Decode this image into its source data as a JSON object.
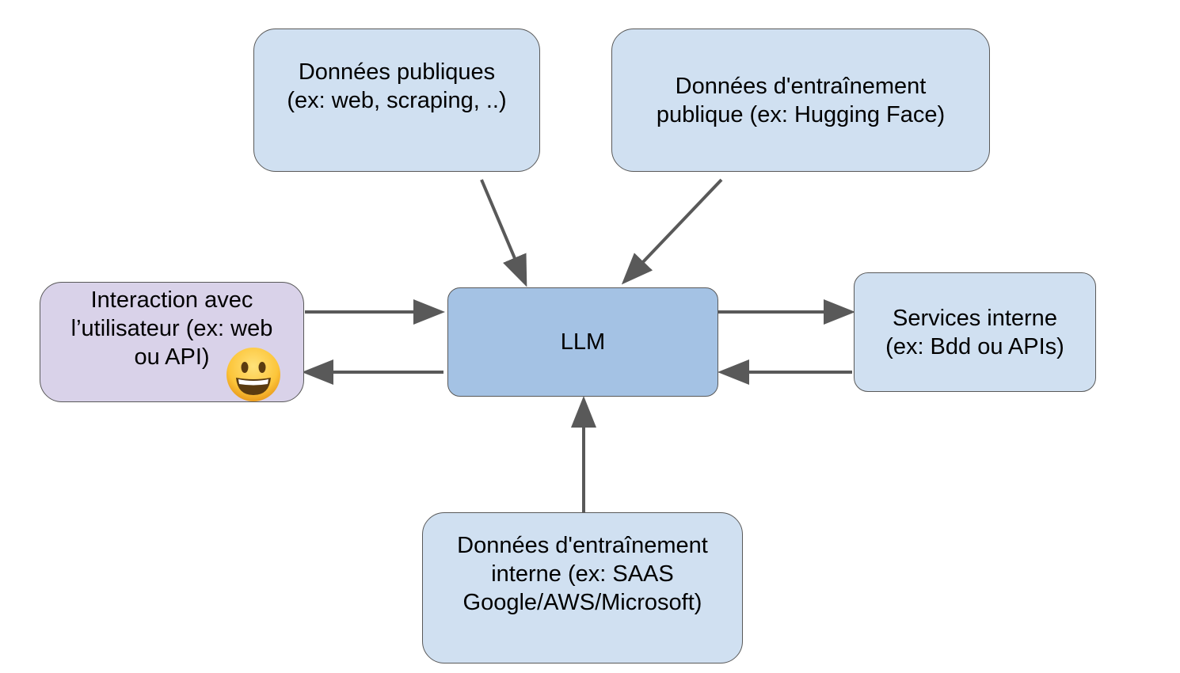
{
  "nodes": {
    "public_data": {
      "label": "Données publiques\n(ex: web, scraping, ..)",
      "fill": "#d0e0f1"
    },
    "public_training": {
      "label": "Données d'entraînement\npublique (ex: Hugging Face)",
      "fill": "#d0e0f1"
    },
    "user_interaction": {
      "label": "Interaction avec\nl’utilisateur (ex: web\nou API)",
      "fill": "#d9d2e9"
    },
    "llm": {
      "label": "LLM",
      "fill": "#a4c2e4"
    },
    "internal_services": {
      "label": "Services interne\n(ex: Bdd ou APIs)",
      "fill": "#d0e0f1"
    },
    "internal_training": {
      "label": "Données d'entraînement\ninterne (ex: SAAS\nGoogle/AWS/Microsoft)",
      "fill": "#d0e0f1"
    }
  },
  "edges": [
    {
      "from": "public_data",
      "to": "llm"
    },
    {
      "from": "public_training",
      "to": "llm"
    },
    {
      "from": "user_interaction",
      "to": "llm"
    },
    {
      "from": "llm",
      "to": "user_interaction"
    },
    {
      "from": "llm",
      "to": "internal_services"
    },
    {
      "from": "internal_services",
      "to": "llm"
    },
    {
      "from": "internal_training",
      "to": "llm"
    }
  ],
  "emoji_icon": "grinning-face-icon",
  "arrow_color": "#595959"
}
